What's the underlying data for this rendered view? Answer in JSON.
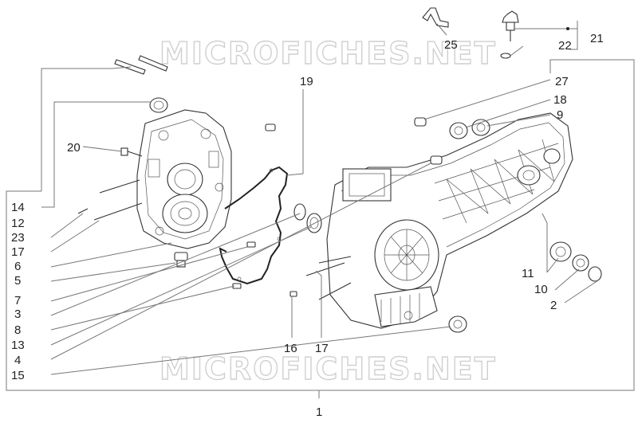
{
  "watermark": {
    "top": "MICROFICHES.NET",
    "bottom": "MICROFICHES.NET"
  },
  "labels": {
    "p1": "1",
    "p2": "2",
    "p3": "3",
    "p4": "4",
    "p5": "5",
    "p6": "6",
    "p7": "7",
    "p8": "8",
    "p9": "9",
    "p10": "10",
    "p11": "11",
    "p12": "12",
    "p13": "13",
    "p14": "14",
    "p15": "15",
    "p16": "16",
    "p17a": "17",
    "p17b": "17",
    "p18": "18",
    "p19": "19",
    "p20": "20",
    "p21": "21",
    "p22": "22",
    "p23": "23",
    "p25": "25",
    "p27": "27"
  }
}
